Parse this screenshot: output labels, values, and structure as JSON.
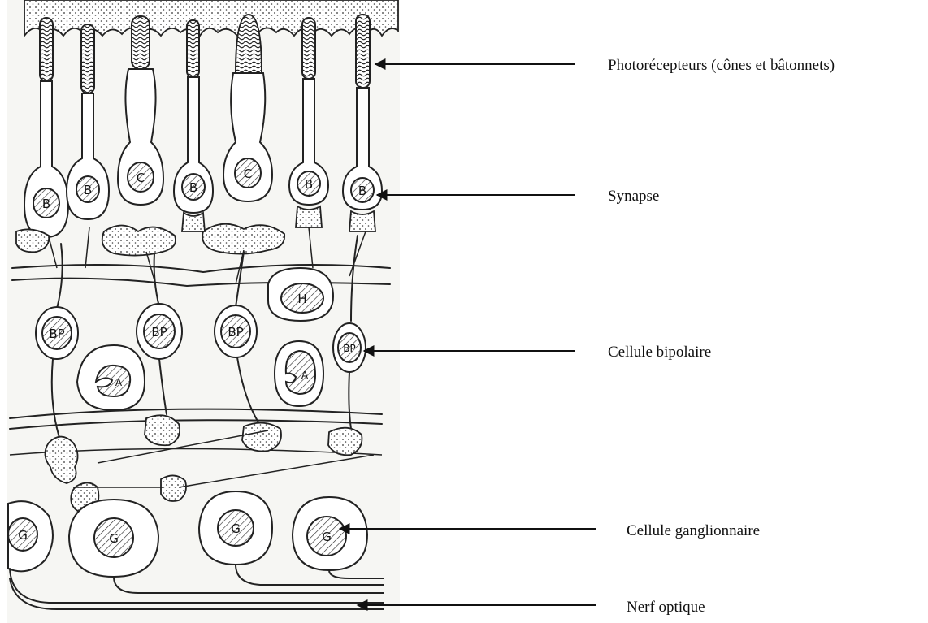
{
  "labels": {
    "photoreceptors": "Photorécepteurs (cônes et bâtonnets)",
    "synapse": "Synapse",
    "bipolar": "Cellule bipolaire",
    "ganglion": "Cellule ganglionnaire",
    "optic_nerve": "Nerf optique"
  },
  "cell_letters": {
    "rod": "B",
    "cone": "C",
    "bipolar": "BP",
    "horizontal": "H",
    "amacrine": "A",
    "ganglion": "G"
  }
}
